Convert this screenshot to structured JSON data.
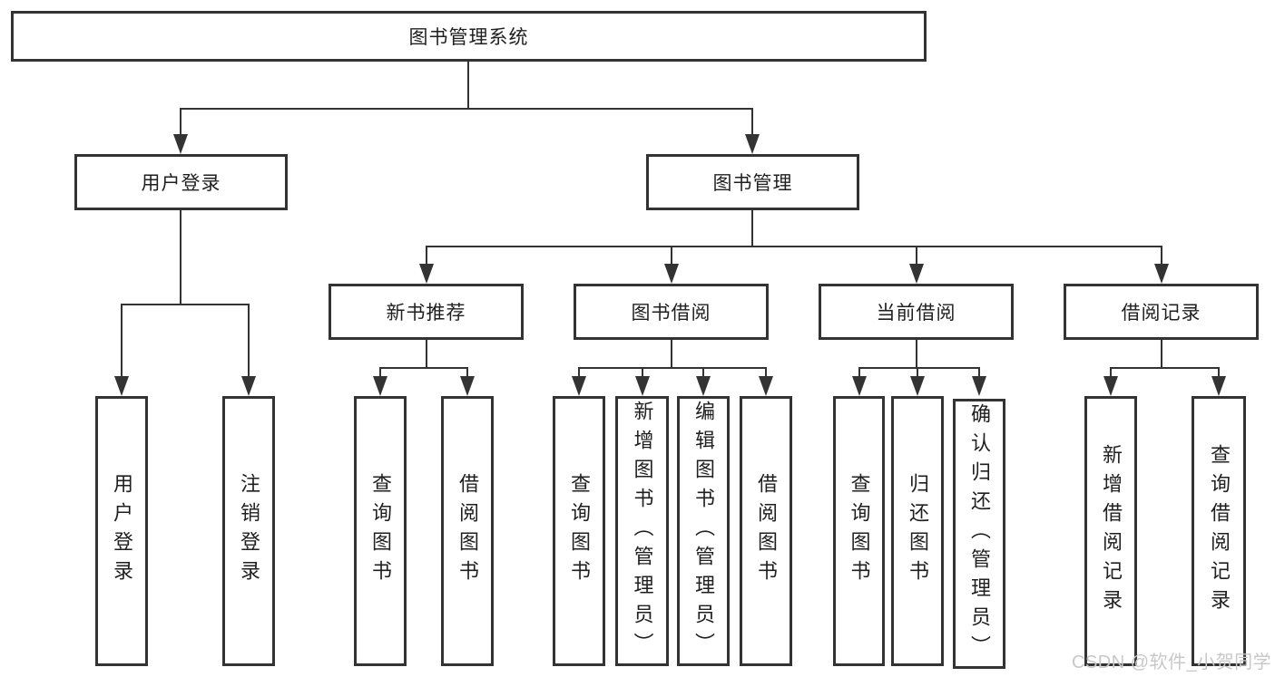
{
  "diagram": {
    "root": "图书管理系统",
    "user_branch": {
      "label": "用户登录",
      "children": [
        "用户登录",
        "注销登录"
      ]
    },
    "book_branch": {
      "label": "图书管理",
      "groups": [
        {
          "label": "新书推荐",
          "children": [
            "查询图书",
            "借阅图书"
          ]
        },
        {
          "label": "图书借阅",
          "children": [
            "查询图书",
            "新增图书（管理员）",
            "编辑图书（管理员）",
            "借阅图书"
          ]
        },
        {
          "label": "当前借阅",
          "children": [
            "查询图书",
            "归还图书",
            "确认归还（管理员）"
          ]
        },
        {
          "label": "借阅记录",
          "children": [
            "新增借阅记录",
            "查询借阅记录"
          ]
        }
      ]
    },
    "watermark": "CSDN @软件_小贺同学"
  }
}
